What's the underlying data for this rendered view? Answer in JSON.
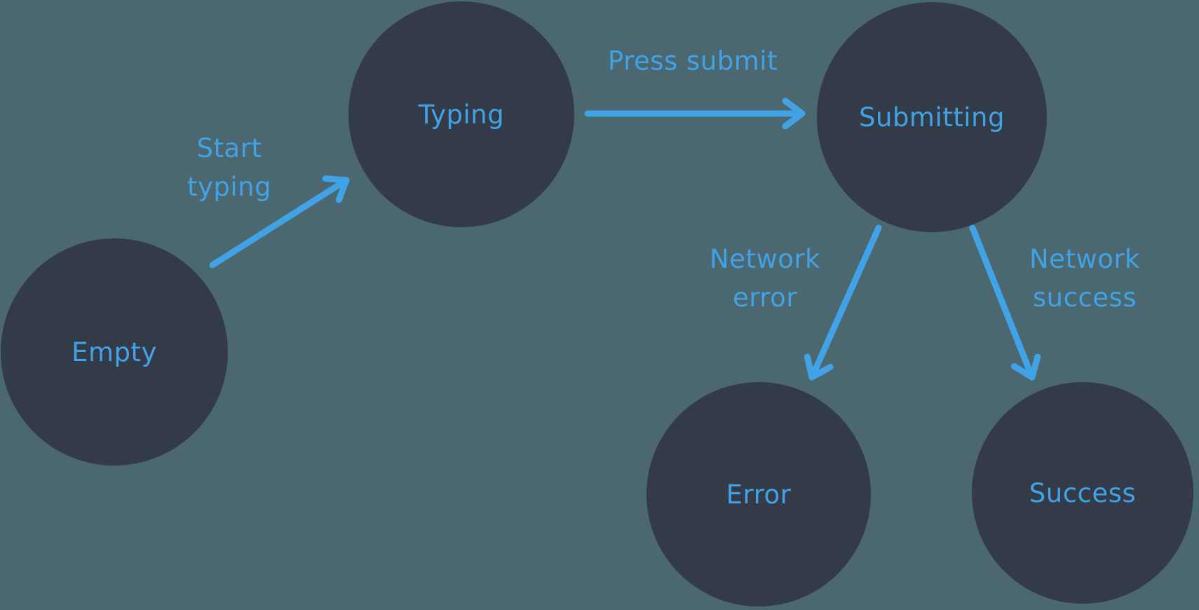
{
  "diagram": {
    "nodes": [
      {
        "id": "empty",
        "label": "Empty"
      },
      {
        "id": "typing",
        "label": "Typing"
      },
      {
        "id": "submitting",
        "label": "Submitting"
      },
      {
        "id": "error",
        "label": "Error"
      },
      {
        "id": "success",
        "label": "Success"
      }
    ],
    "edges": [
      {
        "from": "empty",
        "to": "typing",
        "label": "Start typing",
        "label_lines": [
          "Start",
          "typing"
        ]
      },
      {
        "from": "typing",
        "to": "submitting",
        "label": "Press submit",
        "label_lines": [
          "Press submit"
        ]
      },
      {
        "from": "submitting",
        "to": "error",
        "label": "Network error",
        "label_lines": [
          "Network",
          "error"
        ]
      },
      {
        "from": "submitting",
        "to": "success",
        "label": "Network success",
        "label_lines": [
          "Network",
          "success"
        ]
      }
    ],
    "colors": {
      "background": "#4B6770",
      "node_fill": "#333B48",
      "accent_blue": "#41A2E5"
    }
  }
}
